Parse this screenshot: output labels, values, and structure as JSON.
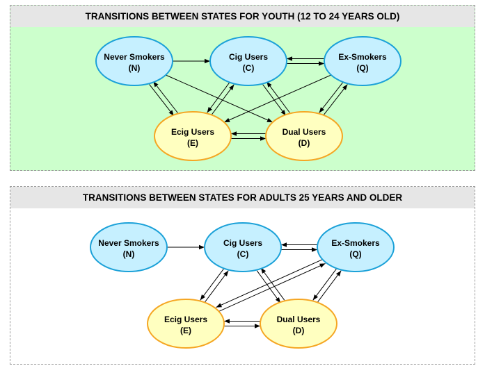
{
  "panels": [
    {
      "id": "youth",
      "title": "TRANSITIONS BETWEEN STATES FOR YOUTH (12 TO 24 YEARS OLD)",
      "background": "#ccffcc",
      "nodes": [
        {
          "id": "N",
          "name": "Never Smokers",
          "code": "(N)",
          "color": "blue"
        },
        {
          "id": "C",
          "name": "Cig Users",
          "code": "(C)",
          "color": "blue"
        },
        {
          "id": "Q",
          "name": "Ex-Smokers",
          "code": "(Q)",
          "color": "blue"
        },
        {
          "id": "E",
          "name": "Ecig Users",
          "code": "(E)",
          "color": "yellow"
        },
        {
          "id": "D",
          "name": "Dual Users",
          "code": "(D)",
          "color": "yellow"
        }
      ],
      "transitions": [
        [
          "N",
          "C"
        ],
        [
          "N",
          "E"
        ],
        [
          "E",
          "N"
        ],
        [
          "N",
          "D"
        ],
        [
          "C",
          "Q"
        ],
        [
          "Q",
          "C"
        ],
        [
          "C",
          "E"
        ],
        [
          "E",
          "C"
        ],
        [
          "C",
          "D"
        ],
        [
          "D",
          "C"
        ],
        [
          "Q",
          "E"
        ],
        [
          "Q",
          "D"
        ],
        [
          "D",
          "Q"
        ],
        [
          "E",
          "D"
        ],
        [
          "D",
          "E"
        ]
      ]
    },
    {
      "id": "adults",
      "title": "TRANSITIONS BETWEEN STATES FOR ADULTS 25 YEARS AND OLDER",
      "background": "#ffffff",
      "nodes": [
        {
          "id": "N",
          "name": "Never Smokers",
          "code": "(N)",
          "color": "blue"
        },
        {
          "id": "C",
          "name": "Cig Users",
          "code": "(C)",
          "color": "blue"
        },
        {
          "id": "Q",
          "name": "Ex-Smokers",
          "code": "(Q)",
          "color": "blue"
        },
        {
          "id": "E",
          "name": "Ecig Users",
          "code": "(E)",
          "color": "yellow"
        },
        {
          "id": "D",
          "name": "Dual Users",
          "code": "(D)",
          "color": "yellow"
        }
      ],
      "transitions": [
        [
          "N",
          "C"
        ],
        [
          "C",
          "Q"
        ],
        [
          "Q",
          "C"
        ],
        [
          "C",
          "E"
        ],
        [
          "E",
          "C"
        ],
        [
          "C",
          "D"
        ],
        [
          "D",
          "C"
        ],
        [
          "Q",
          "E"
        ],
        [
          "E",
          "Q"
        ],
        [
          "Q",
          "D"
        ],
        [
          "D",
          "Q"
        ],
        [
          "E",
          "D"
        ],
        [
          "D",
          "E"
        ]
      ]
    }
  ],
  "colors": {
    "blue_fill": "#c6f0ff",
    "blue_stroke": "#1ba1d8",
    "yellow_fill": "#ffffc0",
    "yellow_stroke": "#f5a623",
    "arrow": "#000000"
  }
}
